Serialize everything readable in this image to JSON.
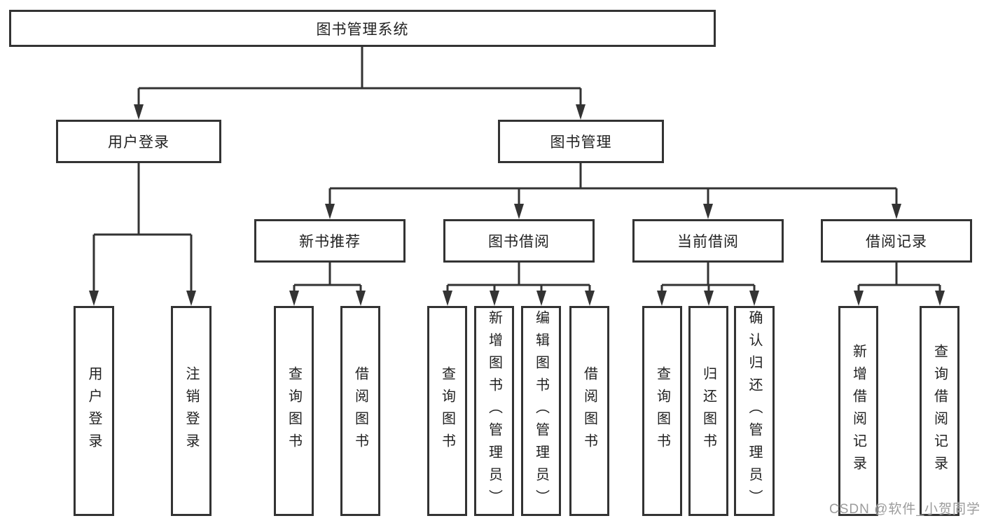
{
  "tree": {
    "root": {
      "label": "图书管理系统"
    },
    "branches": [
      {
        "label": "用户登录",
        "leaves": [
          "用户登录",
          "注销登录"
        ]
      },
      {
        "label": "图书管理",
        "groups": [
          {
            "label": "新书推荐",
            "leaves": [
              "查询图书",
              "借阅图书"
            ]
          },
          {
            "label": "图书借阅",
            "leaves": [
              "查询图书",
              "新增图书（管理员）",
              "编辑图书（管理员）",
              "借阅图书"
            ]
          },
          {
            "label": "当前借阅",
            "leaves": [
              "查询图书",
              "归还图书",
              "确认归还（管理员）"
            ]
          },
          {
            "label": "借阅记录",
            "leaves": [
              "新增借阅记录",
              "查询借阅记录"
            ]
          }
        ]
      }
    ]
  },
  "watermark": {
    "text": "CSDN @软件_小贺同学"
  },
  "colors": {
    "line": "#333333",
    "text": "#212121",
    "watermark": "#9c9c9c",
    "background": "#ffffff",
    "box_background": "#ffffff"
  }
}
